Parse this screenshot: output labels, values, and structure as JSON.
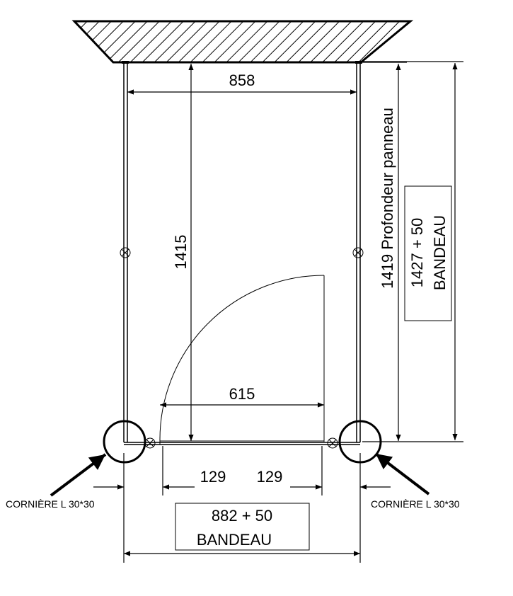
{
  "dimensions": {
    "top_width": "858",
    "left_height": "1415",
    "door_width": "615",
    "gap_left": "129",
    "gap_right": "129",
    "panel_depth": "1419 Profondeur panneau"
  },
  "boxes": {
    "right": {
      "line1": "1427 + 50",
      "line2": "BANDEAU"
    },
    "bottom": {
      "line1": "882 + 50",
      "line2": "BANDEAU"
    }
  },
  "labels": {
    "corner_left": "CORNIÈRE L 30*30",
    "corner_right": "CORNIÈRE L 30*30"
  },
  "colors": {
    "stroke": "#000000",
    "background": "#ffffff"
  }
}
